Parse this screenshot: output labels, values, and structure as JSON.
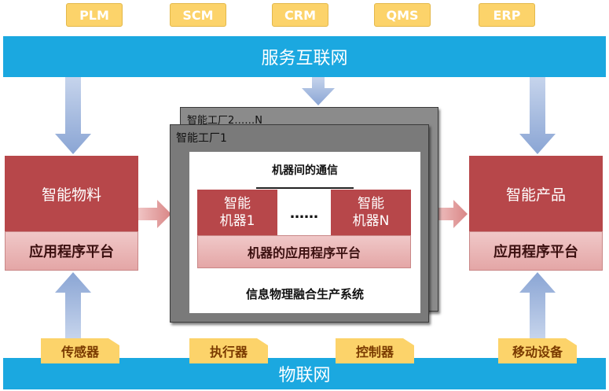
{
  "top_systems": [
    "PLM",
    "SCM",
    "CRM",
    "QMS",
    "ERP"
  ],
  "service_internet": "服务互联网",
  "iot": "物联网",
  "left_block": {
    "title": "智能物料",
    "platform": "应用程序平台"
  },
  "right_block": {
    "title": "智能产品",
    "platform": "应用程序平台"
  },
  "factory": {
    "back_title": "智能工厂2……N",
    "front_title": "智能工厂1",
    "comm": "机器间的通信",
    "machine1_line1": "智能",
    "machine1_line2": "机器1",
    "dots": "……",
    "machineN_line1": "智能",
    "machineN_line2": "机器N",
    "machine_platform": "机器的应用程序平台",
    "system": "信息物理融合生产系统"
  },
  "bottom_devices": [
    "传感器",
    "执行器",
    "控制器",
    "移动设备"
  ],
  "colors": {
    "band_blue": "#1ba8e0",
    "tab_yellow": "#fcd36a",
    "red": "#b7474a",
    "pink": "#e8b4b4",
    "arrow_blue": "#9fb6db",
    "arrow_pink": "#e29a9a"
  }
}
